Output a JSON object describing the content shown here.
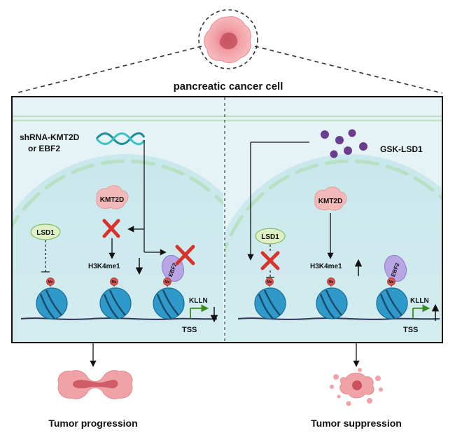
{
  "labels": {
    "cell_title": "pancreatic cancer cell",
    "left_treatment_line1": "shRNA-KMT2D",
    "left_treatment_line2": "or EBF2",
    "right_treatment": "GSK-LSD1",
    "kmt2d": "KMT2D",
    "lsd1": "LSD1",
    "ebf2": "EBF2",
    "me": "Me",
    "h3k4me1": "H3K4me1",
    "kklln": "KLLN",
    "tss": "TSS",
    "outcome_left": "Tumor progression",
    "outcome_right": "Tumor suppression"
  },
  "colors": {
    "frame": "#111111",
    "panel_fill": "#e6f3f6",
    "nucleus_fill": "#d2ebef",
    "membrane": "#bfe3c0",
    "envelope_dash": "#b9e2c6",
    "histone": "#2f9ac9",
    "histone_dark": "#1a6f99",
    "dna_line": "#34305c",
    "kmt2d_fill": "#f2b9b9",
    "lsd1_fill": "#dff0c4",
    "ebf2_fill": "#b7a5e4",
    "me_fill": "#d9534f",
    "cross": "#d9342b",
    "tss_arrow": "#3a8a1e",
    "drug_dots": "#6a3d8f",
    "cancer_cell": "#f0a3a6"
  }
}
